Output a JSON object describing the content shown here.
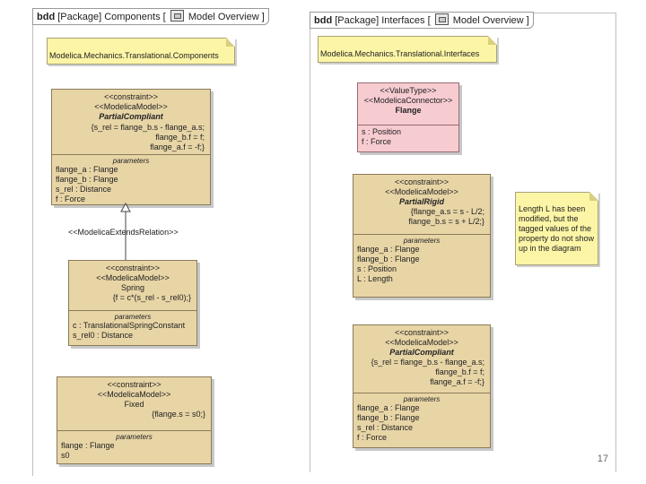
{
  "left": {
    "tab": {
      "prefix": "bdd",
      "pkg": "[Package] Components [",
      "diagram": "Model Overview",
      "close": "]"
    },
    "note": "Modelica.Mechanics.Translational.Components",
    "partial": {
      "st1": "<<constraint>>",
      "st2": "<<ModelicaModel>>",
      "name": "PartialCompliant",
      "eq": [
        "{s_rel = flange_b.s - flange_a.s;",
        "flange_b.f = f;",
        "flange_a.f = -f;}"
      ],
      "params_label": "parameters",
      "params": [
        "flange_a : Flange",
        "flange_b : Flange",
        "s_rel : Distance",
        "f : Force"
      ]
    },
    "extends": "<<ModelicaExtendsRelation>>",
    "spring": {
      "st1": "<<constraint>>",
      "st2": "<<ModelicaModel>>",
      "name": "Spring",
      "eq": "{f = c*(s_rel - s_rel0);}",
      "params_label": "parameters",
      "params": [
        "c : TranslationalSpringConstant",
        "s_rel0 : Distance"
      ]
    },
    "fixed": {
      "st1": "<<constraint>>",
      "st2": "<<ModelicaModel>>",
      "name": "Fixed",
      "eq": "{flange.s = s0;}",
      "params_label": "parameters",
      "params": [
        "flange : Flange",
        "s0"
      ]
    }
  },
  "right": {
    "tab": {
      "prefix": "bdd",
      "pkg": "[Package] Interfaces [",
      "diagram": "Model Overview",
      "close": "]"
    },
    "note": "Modelica.Mechanics.Translational.Interfaces",
    "flange": {
      "st1": "<<ValueType>>",
      "st2": "<<ModelicaConnector>>",
      "name": "Flange",
      "attrs": [
        "s : Position",
        "f : Force"
      ]
    },
    "rigid": {
      "st1": "<<constraint>>",
      "st2": "<<ModelicaModel>>",
      "name": "PartialRigid",
      "eq": [
        "{flange_a.s = s - L/2;",
        "flange_b.s = s + L/2;}"
      ],
      "params_label": "parameters",
      "params": [
        "flange_a : Flange",
        "flange_b : Flange",
        "s : Position",
        "L : Length"
      ]
    },
    "compliant": {
      "st1": "<<constraint>>",
      "st2": "<<ModelicaModel>>",
      "name": "PartialCompliant",
      "eq": [
        "{s_rel = flange_b.s - flange_a.s;",
        "flange_b.f = f;",
        "flange_a.f = -f;}"
      ],
      "params_label": "parameters",
      "params": [
        "flange_a : Flange",
        "flange_b : Flange",
        "s_rel : Distance",
        "f : Force"
      ]
    },
    "comment": "Length L has been modified, but the tagged values of the property do not show up in the diagram"
  },
  "page_number": "17"
}
